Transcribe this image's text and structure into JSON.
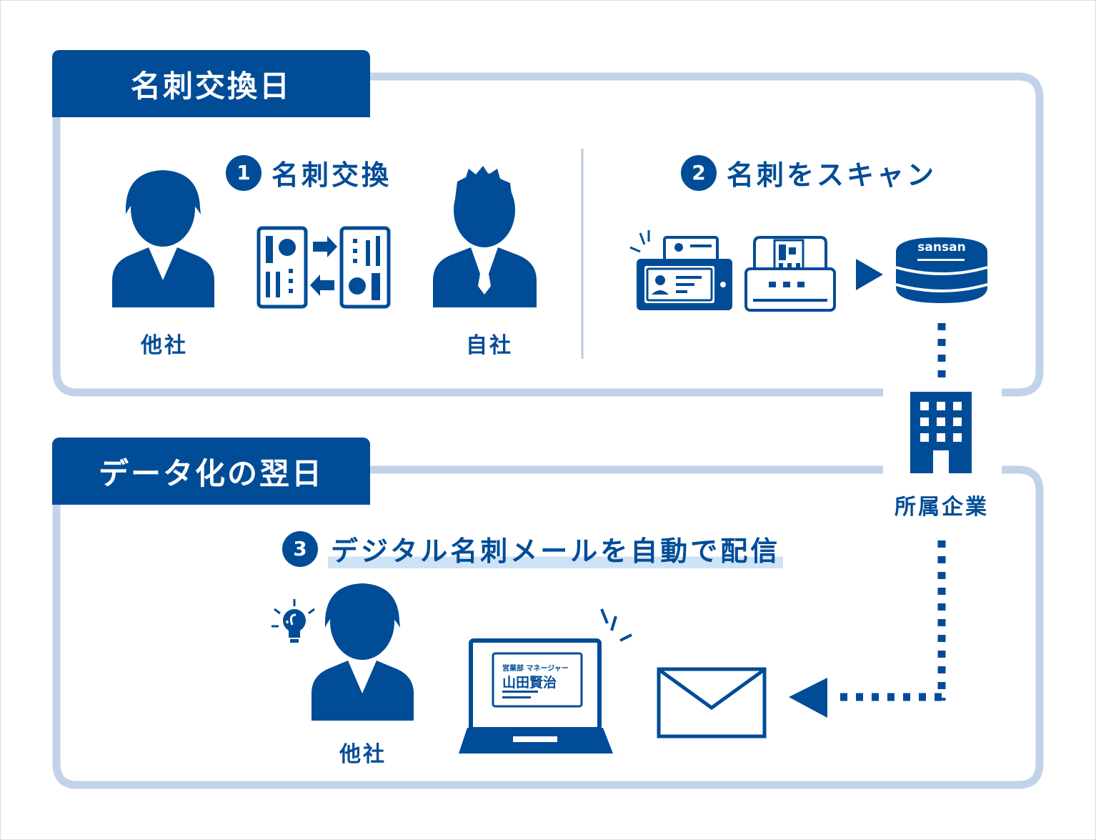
{
  "sections": {
    "exchange_day": {
      "title": "名刺交換日"
    },
    "next_day": {
      "title": "データ化の翌日"
    }
  },
  "steps": [
    {
      "number": "1",
      "label": "名刺交換"
    },
    {
      "number": "2",
      "label": "名刺をスキャン"
    },
    {
      "number": "3",
      "label": "デジタル名刺メールを自動で配信"
    }
  ],
  "people": {
    "other_company": "他社",
    "own_company": "自社",
    "recipient": "他社"
  },
  "company": {
    "label": "所属企業"
  },
  "database": {
    "brand": "sansan"
  },
  "digital_card": {
    "role": "営業部 マネージャー",
    "name": "山田賢治"
  },
  "colors": {
    "primary": "#004c97",
    "frame": "#c0d3e8",
    "highlight": "#cfe3f7"
  },
  "icons": [
    "person-icon",
    "business-card-exchange-icon",
    "smartphone-scan-icon",
    "scanner-icon",
    "database-icon",
    "building-icon",
    "lightbulb-icon",
    "laptop-icon",
    "envelope-icon",
    "arrow-icon"
  ]
}
